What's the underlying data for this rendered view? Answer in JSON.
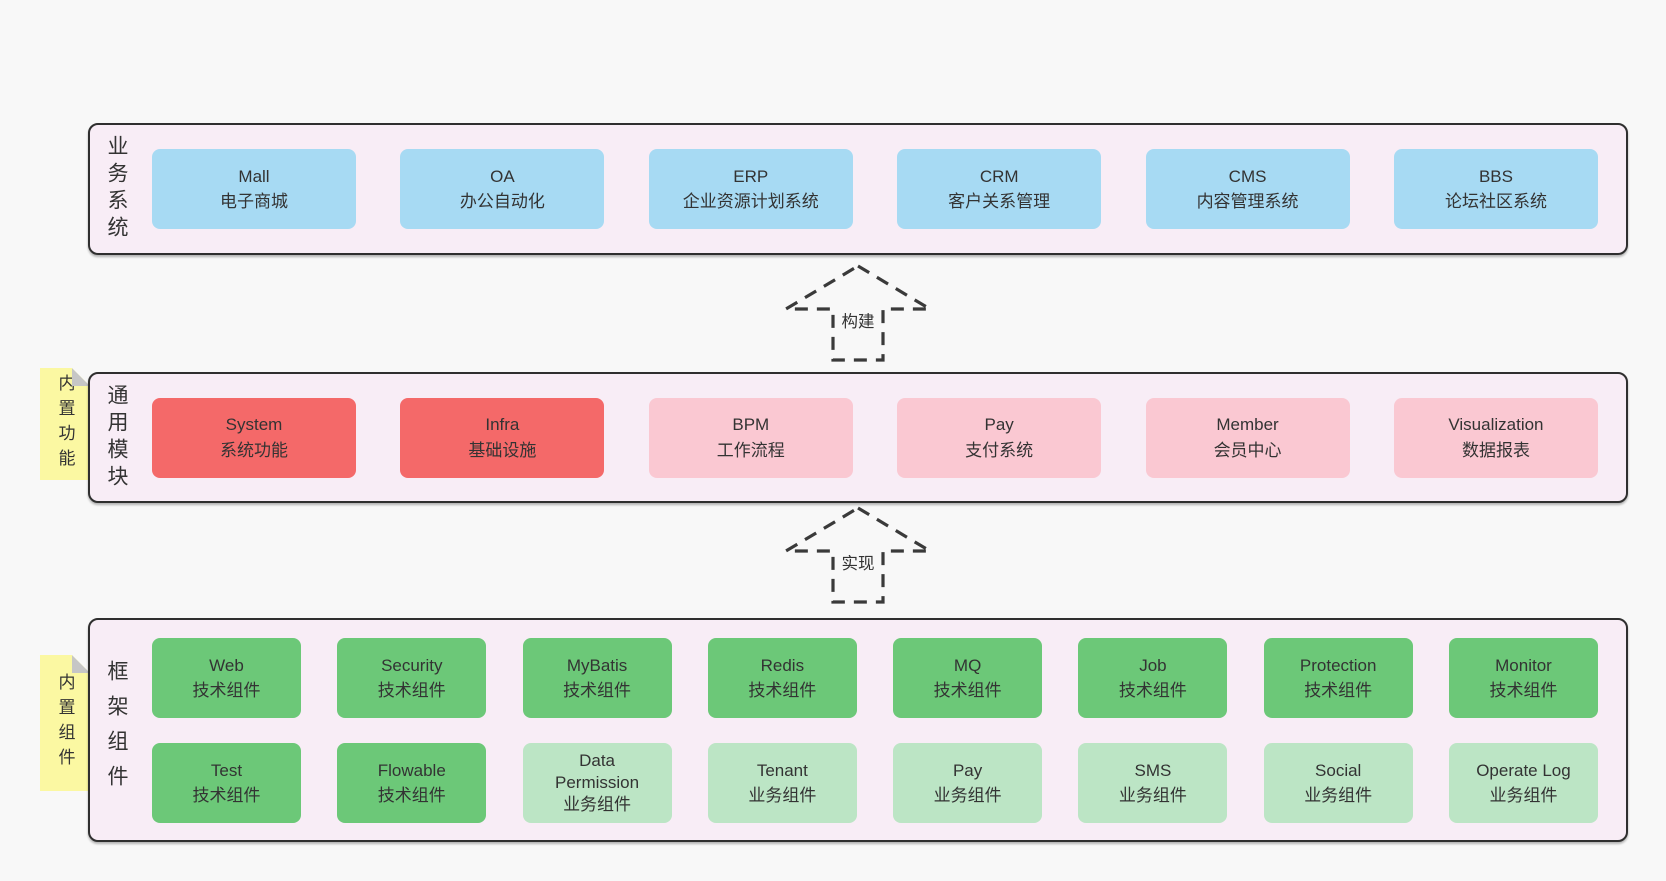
{
  "colors": {
    "page_background": "#f8f8f8",
    "band_fill": "#f8edf6",
    "band_border": "#2f2f2f",
    "note_fill": "#fbf8a2",
    "note_fold": "#c6c6c6",
    "arrow_stroke": "#3a3a3a",
    "text": "#333333",
    "box_variants": {
      "blue": {
        "bg": "#a7daf3"
      },
      "red": {
        "bg": "#f46969"
      },
      "pink": {
        "bg": "#fac8d2"
      },
      "green": {
        "bg": "#6cc878"
      },
      "light-green": {
        "bg": "#bce5c5"
      }
    }
  },
  "bands": [
    {
      "label": "业务系统",
      "boxes": [
        {
          "title": "Mall",
          "subtitle": "电子商城",
          "variant": "blue"
        },
        {
          "title": "OA",
          "subtitle": "办公自动化",
          "variant": "blue"
        },
        {
          "title": "ERP",
          "subtitle": "企业资源计划系统",
          "variant": "blue"
        },
        {
          "title": "CRM",
          "subtitle": "客户关系管理",
          "variant": "blue"
        },
        {
          "title": "CMS",
          "subtitle": "内容管理系统",
          "variant": "blue"
        },
        {
          "title": "BBS",
          "subtitle": "论坛社区系统",
          "variant": "blue"
        }
      ]
    },
    {
      "label": "通用模块",
      "note": "内置功能",
      "boxes": [
        {
          "title": "System",
          "subtitle": "系统功能",
          "variant": "red"
        },
        {
          "title": "Infra",
          "subtitle": "基础设施",
          "variant": "red"
        },
        {
          "title": "BPM",
          "subtitle": "工作流程",
          "variant": "pink"
        },
        {
          "title": "Pay",
          "subtitle": "支付系统",
          "variant": "pink"
        },
        {
          "title": "Member",
          "subtitle": "会员中心",
          "variant": "pink"
        },
        {
          "title": "Visualization",
          "subtitle": "数据报表",
          "variant": "pink"
        }
      ]
    },
    {
      "label": "框架组件",
      "note": "内置组件",
      "rows": [
        [
          {
            "title": "Web",
            "subtitle": "技术组件",
            "variant": "green"
          },
          {
            "title": "Security",
            "subtitle": "技术组件",
            "variant": "green"
          },
          {
            "title": "MyBatis",
            "subtitle": "技术组件",
            "variant": "green"
          },
          {
            "title": "Redis",
            "subtitle": "技术组件",
            "variant": "green"
          },
          {
            "title": "MQ",
            "subtitle": "技术组件",
            "variant": "green"
          },
          {
            "title": "Job",
            "subtitle": "技术组件",
            "variant": "green"
          },
          {
            "title": "Protection",
            "subtitle": "技术组件",
            "variant": "green"
          },
          {
            "title": "Monitor",
            "subtitle": "技术组件",
            "variant": "green"
          }
        ],
        [
          {
            "title": "Test",
            "subtitle": "技术组件",
            "variant": "green"
          },
          {
            "title": "Flowable",
            "subtitle": "技术组件",
            "variant": "green"
          },
          {
            "title": "Data Permission",
            "subtitle": "业务组件",
            "variant": "light-green"
          },
          {
            "title": "Tenant",
            "subtitle": "业务组件",
            "variant": "light-green"
          },
          {
            "title": "Pay",
            "subtitle": "业务组件",
            "variant": "light-green"
          },
          {
            "title": "SMS",
            "subtitle": "业务组件",
            "variant": "light-green"
          },
          {
            "title": "Social",
            "subtitle": "业务组件",
            "variant": "light-green"
          },
          {
            "title": "Operate Log",
            "subtitle": "业务组件",
            "variant": "light-green"
          }
        ]
      ]
    }
  ],
  "arrows": [
    {
      "label": "构建"
    },
    {
      "label": "实现"
    }
  ]
}
